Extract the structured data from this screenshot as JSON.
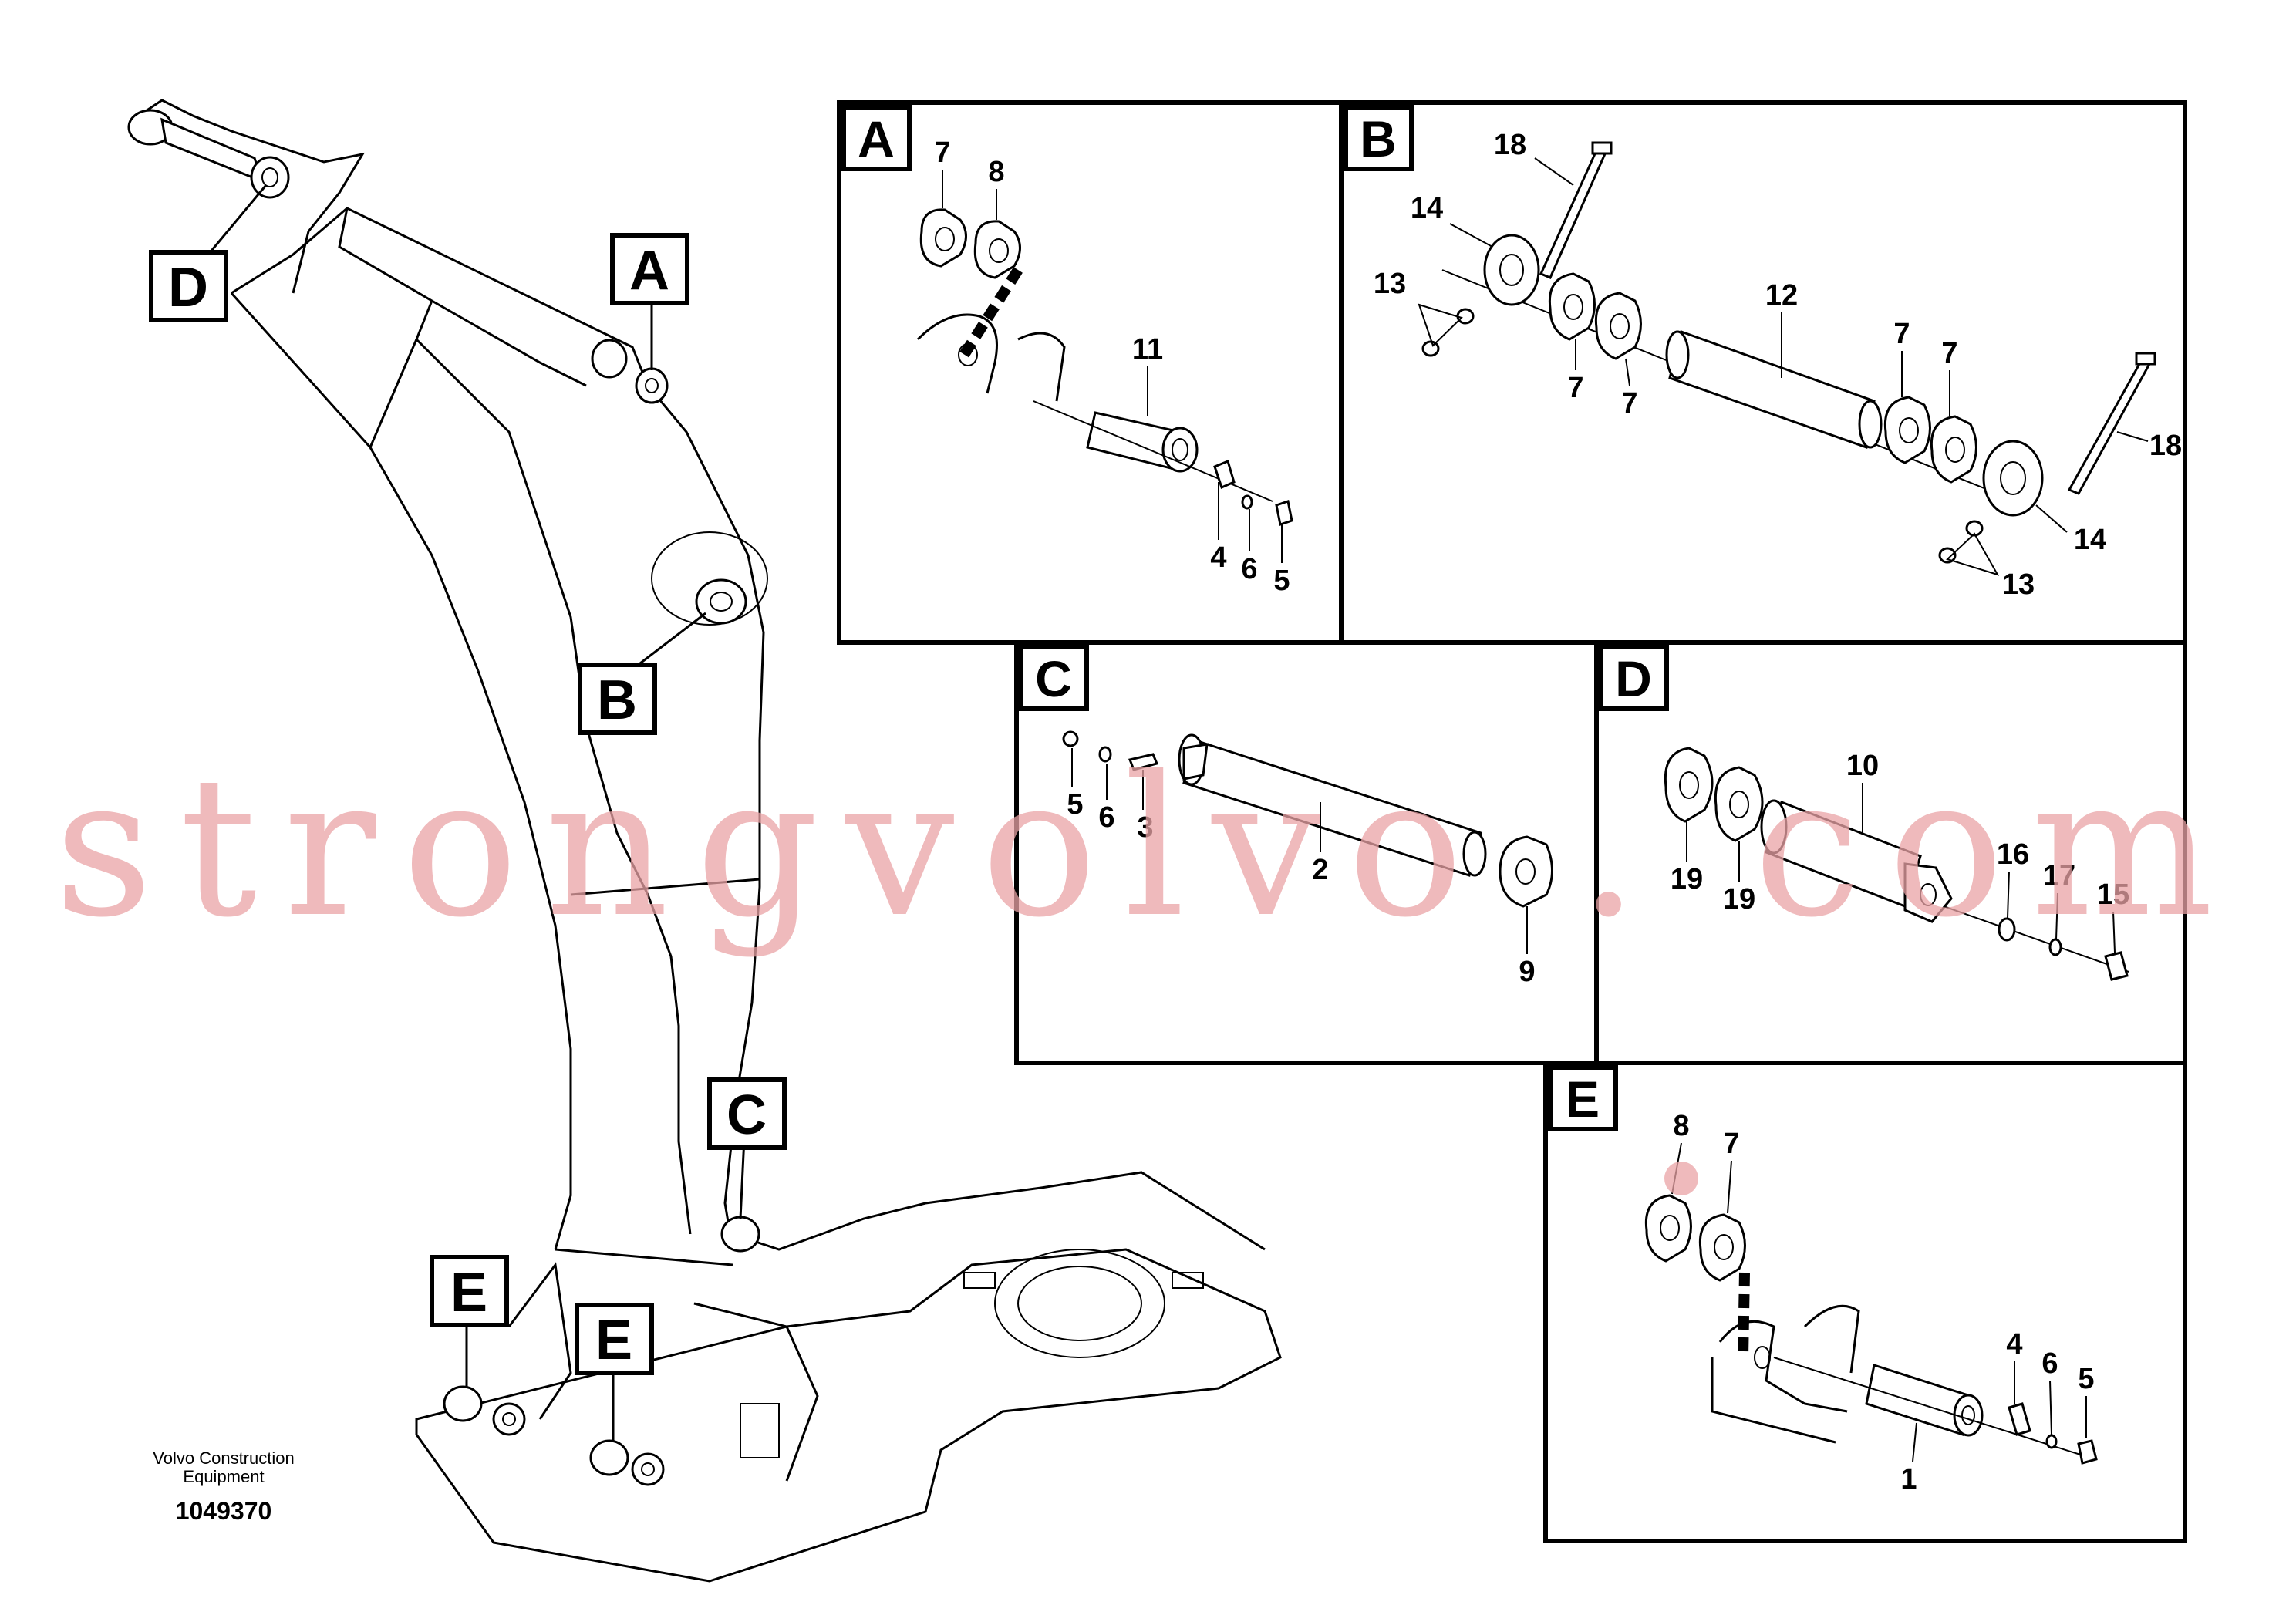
{
  "watermark": "strongvolvo . com",
  "credit_line1": "Volvo Construction",
  "credit_line2": "Equipment",
  "doc_number": "1049370",
  "callout_boxes": {
    "a": "A",
    "b": "B",
    "c": "C",
    "d": "D",
    "e1": "E",
    "e2": "E"
  },
  "panels": {
    "a": {
      "letter": "A",
      "labels": [
        "7",
        "8",
        "11",
        "4",
        "6",
        "5"
      ]
    },
    "b": {
      "letter": "B",
      "labels": [
        "18",
        "14",
        "13",
        "7",
        "7",
        "12",
        "7",
        "7",
        "18",
        "14",
        "13"
      ]
    },
    "c": {
      "letter": "C",
      "labels": [
        "5",
        "6",
        "3",
        "2",
        "9"
      ]
    },
    "d": {
      "letter": "D",
      "labels": [
        "10",
        "19",
        "19",
        "16",
        "17",
        "15"
      ]
    },
    "e": {
      "letter": "E",
      "labels": [
        "8",
        "7",
        "4",
        "6",
        "5",
        "1"
      ]
    }
  },
  "colors": {
    "line": "#000000",
    "watermark": "#e9a3a6",
    "background": "#ffffff"
  }
}
